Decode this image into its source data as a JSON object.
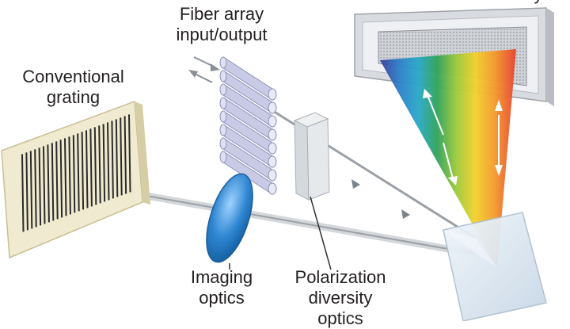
{
  "labels": {
    "fiber_array_line1": "Fiber array",
    "fiber_array_line2": "input/output",
    "conventional_line1": "Conventional",
    "conventional_line2": "grating",
    "imaging_line1": "Imaging",
    "imaging_line2": "optics",
    "polarization_line1": "Polarization",
    "polarization_line2": "diversity",
    "polarization_line3": "optics",
    "top_right_partial": "y"
  },
  "colors": {
    "grating_face": "#f0ead0",
    "grating_slits": "#2a2a2a",
    "fiber": "#c9cbe6",
    "lens": "#2f86d2",
    "polarizer": "#d9dde3",
    "prism": "#dbe7f2",
    "beam": "#9aa0a6",
    "spectrum": [
      "#3a3f9a",
      "#2c7fc8",
      "#27a8c8",
      "#2fa35a",
      "#9cc93a",
      "#f2d12b",
      "#f39a2a",
      "#e8412f"
    ]
  }
}
